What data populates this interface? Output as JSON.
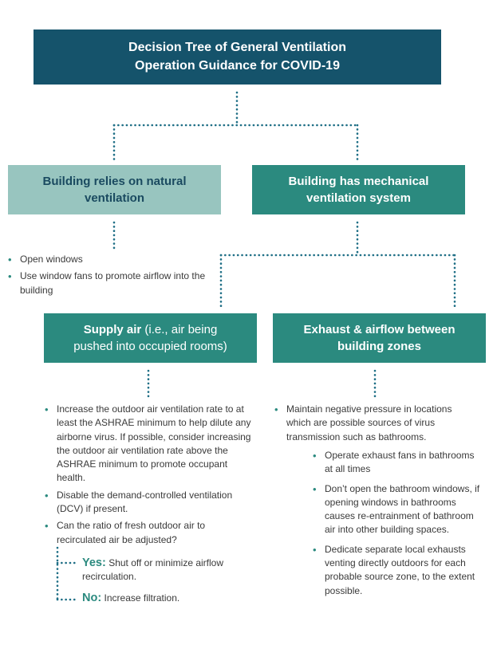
{
  "title": {
    "line1": "Decision Tree of General Ventilation",
    "line2": "Operation Guidance for COVID-19"
  },
  "natural": {
    "line1": "Building relies on natural",
    "line2": "ventilation",
    "bullets": [
      "Open windows",
      "Use window fans to promote airflow into the building"
    ]
  },
  "mechanical": {
    "line1": "Building has mechanical",
    "line2": "ventilation system"
  },
  "supply": {
    "bold": "Supply air",
    "rest1": " (i.e., air being",
    "line2": "pushed into occupied rooms)",
    "bullets": [
      "Increase the outdoor air ventilation rate to at least the ASHRAE minimum to help dilute any airborne virus. If possible, consider increasing the outdoor air ventilation rate above the ASHRAE minimum to promote occupant health.",
      "Disable the demand-controlled ventilation (DCV) if present.",
      "Can the ratio of fresh outdoor air to recirculated air be adjusted?"
    ],
    "yes_label": "Yes:",
    "yes_text": "Shut off or minimize airflow recirculation.",
    "no_label": "No:",
    "no_text": "Increase filtration."
  },
  "exhaust": {
    "line1": "Exhaust & airflow between",
    "line2": "building zones",
    "bullet": "Maintain negative pressure in locations which are possible sources of virus transmission such as bathrooms.",
    "sub_bullets": [
      "Operate exhaust fans in bathrooms at all times",
      "Don’t open the bathroom windows, if opening windows in bathrooms causes re-entrainment of bathroom air into other building spaces.",
      "Dedicate separate local exhausts venting directly outdoors for each probable source zone, to the extent possible."
    ]
  },
  "colors": {
    "title_bg": "#15536b",
    "natural_bg": "#98c5bf",
    "teal": "#2b8a7f",
    "connector": "#1f6f86"
  }
}
